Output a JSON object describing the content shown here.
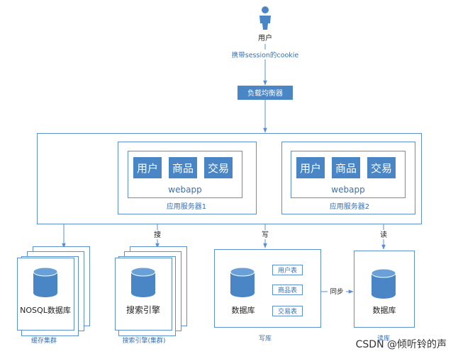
{
  "colors": {
    "line": "#5b8fd0",
    "module_fill": "#4a86c6",
    "db_fill": "#4a86c6",
    "text_blue": "#3a6fb0"
  },
  "user": {
    "icon": "person-icon",
    "label": "用户"
  },
  "edge_labels": {
    "cookie": "携带session的cookie",
    "search": "搜",
    "write": "写",
    "read": "读",
    "sync": "同步"
  },
  "load_balancer": {
    "label": "负载均衡器"
  },
  "servers": [
    {
      "label": "应用服务器1",
      "webapp": "webapp",
      "modules": [
        "用户",
        "商品",
        "交易"
      ]
    },
    {
      "label": "应用服务器2",
      "webapp": "webapp",
      "modules": [
        "用户",
        "商品",
        "交易"
      ]
    }
  ],
  "clusters": {
    "nosql": {
      "db_label": "NOSQL数据库",
      "caption": "缓存集群",
      "icon": "database-icon"
    },
    "search": {
      "db_label": "搜索引擎",
      "caption": "搜索引擎(集群)",
      "icon": "database-icon"
    }
  },
  "write_db": {
    "db_label": "数据库",
    "caption": "写库",
    "tables": [
      "用户表",
      "商品表",
      "交易表"
    ]
  },
  "read_db": {
    "db_label": "数据库",
    "caption": "读库"
  },
  "watermark": "CSDN @倾听铃的声"
}
